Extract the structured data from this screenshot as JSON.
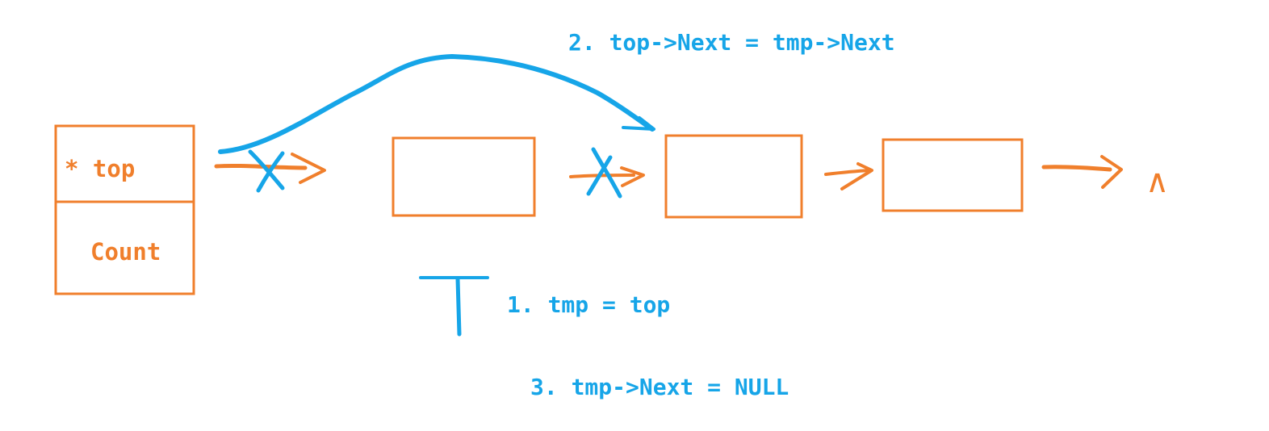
{
  "colors": {
    "orange": "#f07f2c",
    "blue": "#16a5e8",
    "background": "#ffffff"
  },
  "stack_head": {
    "top_label": "* top",
    "count_label": "Count"
  },
  "steps": {
    "step1": "1. tmp = top",
    "step2": "2. top->Next = tmp->Next",
    "step3": "3. tmp->Next = NULL"
  },
  "terminator": "∧"
}
